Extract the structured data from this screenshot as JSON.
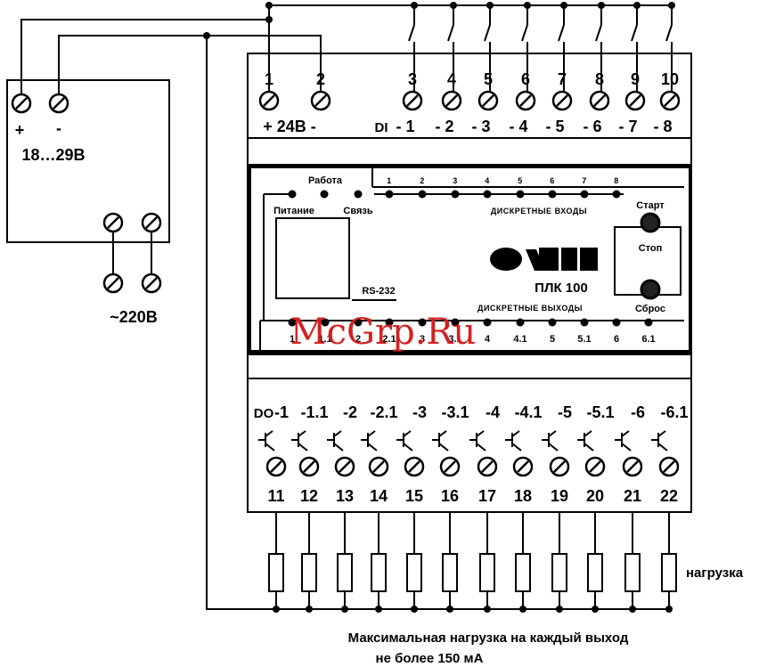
{
  "power_supply": {
    "plus": "+",
    "minus": "-",
    "voltage_range": "18…29В",
    "mains": "~220В"
  },
  "plc": {
    "logo": "ОВЕН",
    "model": "ПЛК 100",
    "di_title": "ДИСКРЕТНЫЕ ВХОДЫ",
    "do_title": "ДИСКРЕТНЫЕ ВЫХОДЫ",
    "port": "RS-232",
    "led_work": "Работа",
    "led_power": "Питание",
    "led_link": "Связь",
    "btn_start_stop_1": "Старт",
    "btn_start_stop_2": "Стоп",
    "btn_reset": "Сброс",
    "top_terminal_numbers": [
      "1",
      "2",
      "3",
      "4",
      "5",
      "6",
      "7",
      "8",
      "9",
      "10"
    ],
    "power_label": "+ 24В -",
    "di_prefix": "DI",
    "di_labels": [
      "- 1",
      "- 2",
      "- 3",
      "- 4",
      "- 5",
      "- 6",
      "- 7",
      "- 8"
    ],
    "di_led_numbers": [
      "1",
      "2",
      "3",
      "4",
      "5",
      "6",
      "7",
      "8"
    ],
    "do_led_numbers": [
      "1",
      "1.1",
      "2",
      "2.1",
      "3",
      "3.1",
      "4",
      "4.1",
      "5",
      "5.1",
      "6",
      "6.1"
    ],
    "do_prefix": "DO",
    "do_labels": [
      "-1",
      "-1.1",
      "-2",
      "-2.1",
      "-3",
      "-3.1",
      "-4",
      "-4.1",
      "-5",
      "-5.1",
      "-6",
      "-6.1"
    ],
    "bottom_terminal_numbers": [
      "11",
      "12",
      "13",
      "14",
      "15",
      "16",
      "17",
      "18",
      "19",
      "20",
      "21",
      "22"
    ]
  },
  "load_label": "нагрузка",
  "note_line1": "Максимальная нагрузка на каждый выход",
  "note_line2": "не более 150 мА",
  "watermark": "McGrp.Ru"
}
